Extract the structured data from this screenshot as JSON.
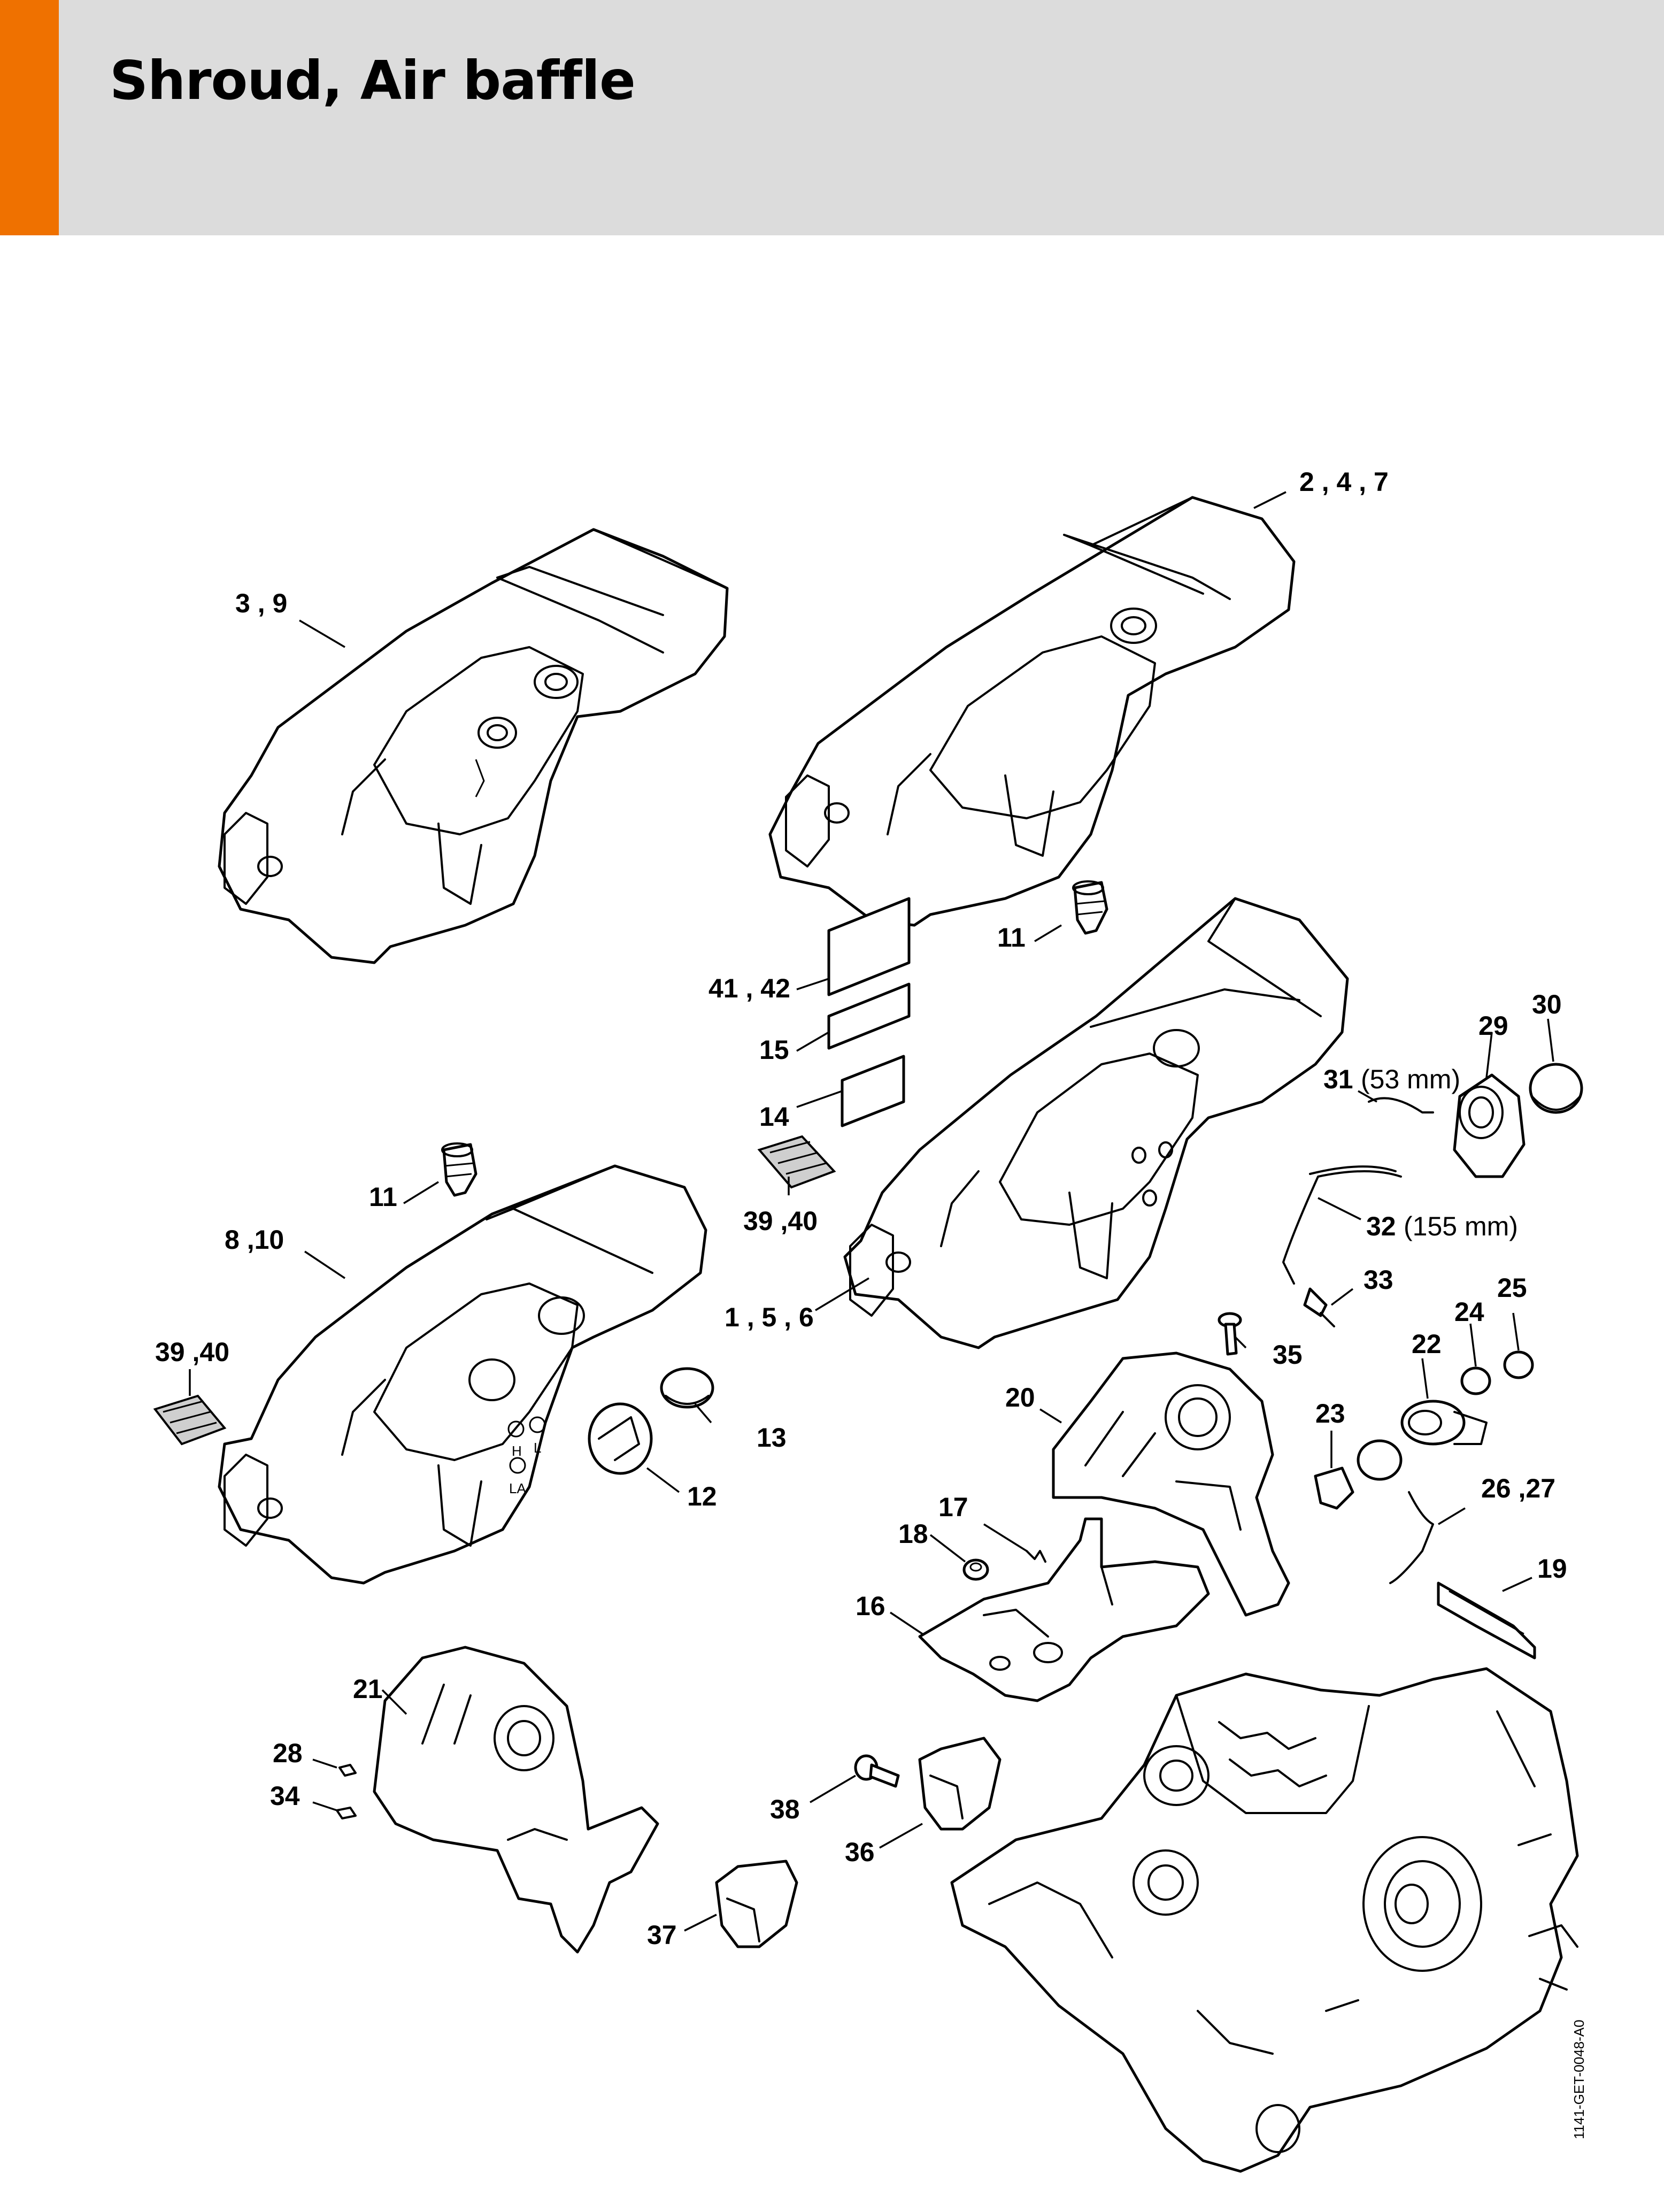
{
  "header": {
    "title": "Shroud, Air baffle",
    "accent_color": "#ef7100",
    "band_color": "#dcdcdc"
  },
  "callouts": {
    "c_2_4_7": "2 , 4 , 7",
    "c_3_9": "3 , 9",
    "c_11a": "11",
    "c_41_42": "41 , 42",
    "c_15": "15",
    "c_14": "14",
    "c_31": "31",
    "c_31_dim": "(53 mm)",
    "c_29": "29",
    "c_30": "30",
    "c_32": "32",
    "c_32_dim": "(155 mm)",
    "c_11b": "11",
    "c_8_10": "8 ,10",
    "c_39_40a": "39 ,40",
    "c_1_5_6": "1 , 5 , 6",
    "c_33": "33",
    "c_39_40b": "39 ,40",
    "c_35": "35",
    "c_24": "24",
    "c_25": "25",
    "c_22": "22",
    "c_20": "20",
    "c_23": "23",
    "c_13": "13",
    "c_12": "12",
    "c_26_27": "26 ,27",
    "c_17": "17",
    "c_18": "18",
    "c_19": "19",
    "c_16": "16",
    "c_21": "21",
    "c_28": "28",
    "c_34": "34",
    "c_38": "38",
    "c_36": "36",
    "c_37": "37"
  },
  "shroud_marks": {
    "h": "H",
    "l": "L",
    "la": "LA"
  },
  "document_ref": "1141-GET-0048-A0"
}
